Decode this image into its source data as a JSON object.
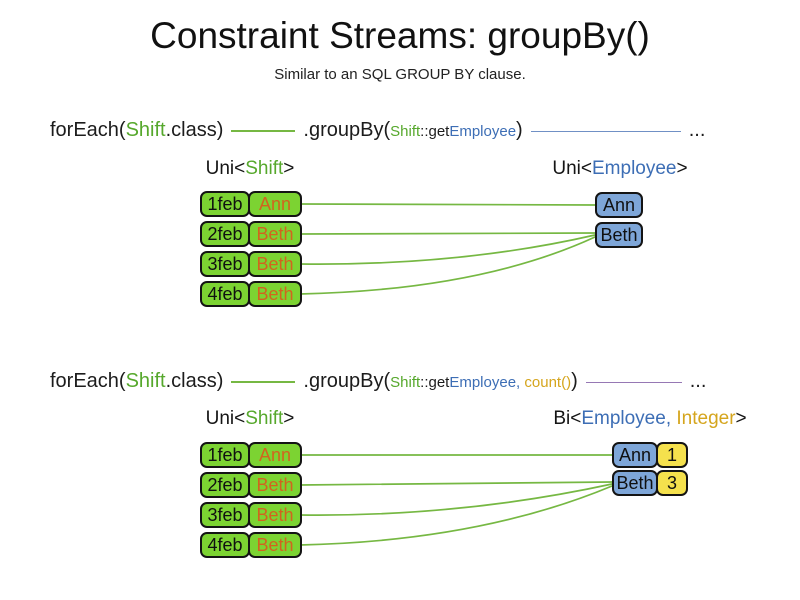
{
  "title": "Constraint Streams: groupBy()",
  "subtitle": "Similar to an SQL GROUP BY clause.",
  "colors": {
    "green_accent": "#56a82c",
    "green_fill": "#7cd332",
    "green_line": "#76b843",
    "blue_accent": "#3d6eb5",
    "blue_fill": "#7ea6d8",
    "blue_line": "#7090c5",
    "gold_accent": "#d5a51d",
    "yellow_fill": "#f5e14d",
    "orange_text": "#d2641e",
    "purple_line": "#9678b4"
  },
  "section1": {
    "code": {
      "foreach_open": "forEach(",
      "foreach_class": "Shift",
      "foreach_close": ".class)",
      "groupby_open": ".groupBy(",
      "arg_class": "Shift",
      "arg_accessor": "::get",
      "arg_type": "Employee",
      "groupby_close": ")",
      "ellipsis": "..."
    },
    "source_label": {
      "open": "Uni<",
      "type": "Shift",
      "close": ">"
    },
    "result_label": {
      "open": "Uni<",
      "type": "Employee",
      "close": ">"
    },
    "source_rows": [
      {
        "date": "1feb",
        "employee": "Ann"
      },
      {
        "date": "2feb",
        "employee": "Beth"
      },
      {
        "date": "3feb",
        "employee": "Beth"
      },
      {
        "date": "4feb",
        "employee": "Beth"
      }
    ],
    "result_rows": [
      {
        "employee": "Ann"
      },
      {
        "employee": "Beth"
      }
    ]
  },
  "section2": {
    "code": {
      "foreach_open": "forEach(",
      "foreach_class": "Shift",
      "foreach_close": ".class)",
      "groupby_open": ".groupBy(",
      "arg_class": "Shift",
      "arg_accessor": "::get",
      "arg_type": "Employee",
      "separator": ", ",
      "arg_func": "count()",
      "groupby_close": ")",
      "ellipsis": "..."
    },
    "source_label": {
      "open": "Uni<",
      "type": "Shift",
      "close": ">"
    },
    "result_label": {
      "open": "Bi<",
      "type1": "Employee",
      "separator": ", ",
      "type2": "Integer",
      "close": ">"
    },
    "source_rows": [
      {
        "date": "1feb",
        "employee": "Ann"
      },
      {
        "date": "2feb",
        "employee": "Beth"
      },
      {
        "date": "3feb",
        "employee": "Beth"
      },
      {
        "date": "4feb",
        "employee": "Beth"
      }
    ],
    "result_rows": [
      {
        "employee": "Ann",
        "count": "1"
      },
      {
        "employee": "Beth",
        "count": "3"
      }
    ]
  }
}
